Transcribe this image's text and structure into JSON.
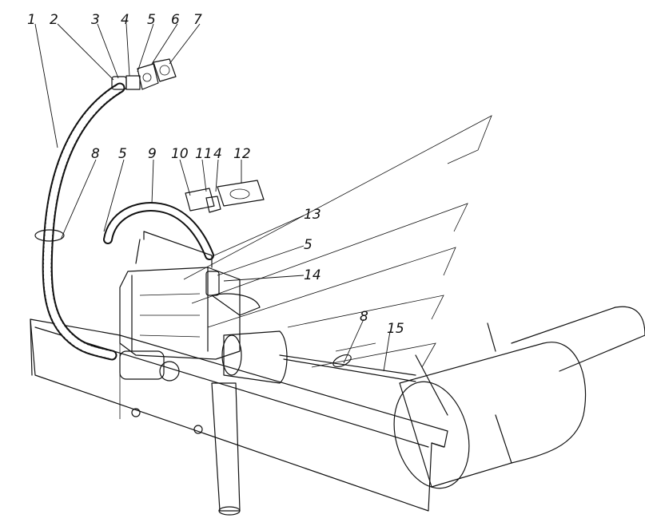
{
  "callouts": [
    {
      "id": "c1",
      "text": "1"
    },
    {
      "id": "c2",
      "text": "2"
    },
    {
      "id": "c3",
      "text": "3"
    },
    {
      "id": "c4a",
      "text": "4"
    },
    {
      "id": "c5a",
      "text": "5"
    },
    {
      "id": "c6",
      "text": "6"
    },
    {
      "id": "c7",
      "text": "7"
    },
    {
      "id": "c8a",
      "text": "8"
    },
    {
      "id": "c5b",
      "text": "5"
    },
    {
      "id": "c9",
      "text": "9"
    },
    {
      "id": "c10",
      "text": "10"
    },
    {
      "id": "c11",
      "text": "11"
    },
    {
      "id": "c4b",
      "text": "4"
    },
    {
      "id": "c12",
      "text": "12"
    },
    {
      "id": "c13",
      "text": "13"
    },
    {
      "id": "c5c",
      "text": "5"
    },
    {
      "id": "c14",
      "text": "14"
    },
    {
      "id": "c8b",
      "text": "8"
    },
    {
      "id": "c15",
      "text": "15"
    }
  ]
}
